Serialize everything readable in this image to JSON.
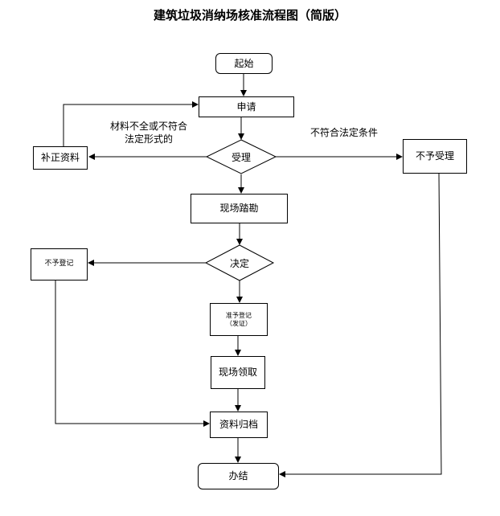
{
  "title": "建筑垃圾消纳场核准流程图（简版）",
  "nodes": {
    "start": "起始",
    "apply": "申请",
    "accept": "受理",
    "supplement": "补正资料",
    "reject_accept": "不予受理",
    "survey": "现场踏勘",
    "decide": "决定",
    "reject_register": "不予登记",
    "approve_line1": "准予登记",
    "approve_line2": "（发证）",
    "collect": "现场领取",
    "archive": "资料归档",
    "finish": "办结"
  },
  "edge_labels": {
    "incomplete_line1": "材料不全或不符合",
    "incomplete_line2": "法定形式的",
    "not_qualified": "不符合法定条件"
  }
}
